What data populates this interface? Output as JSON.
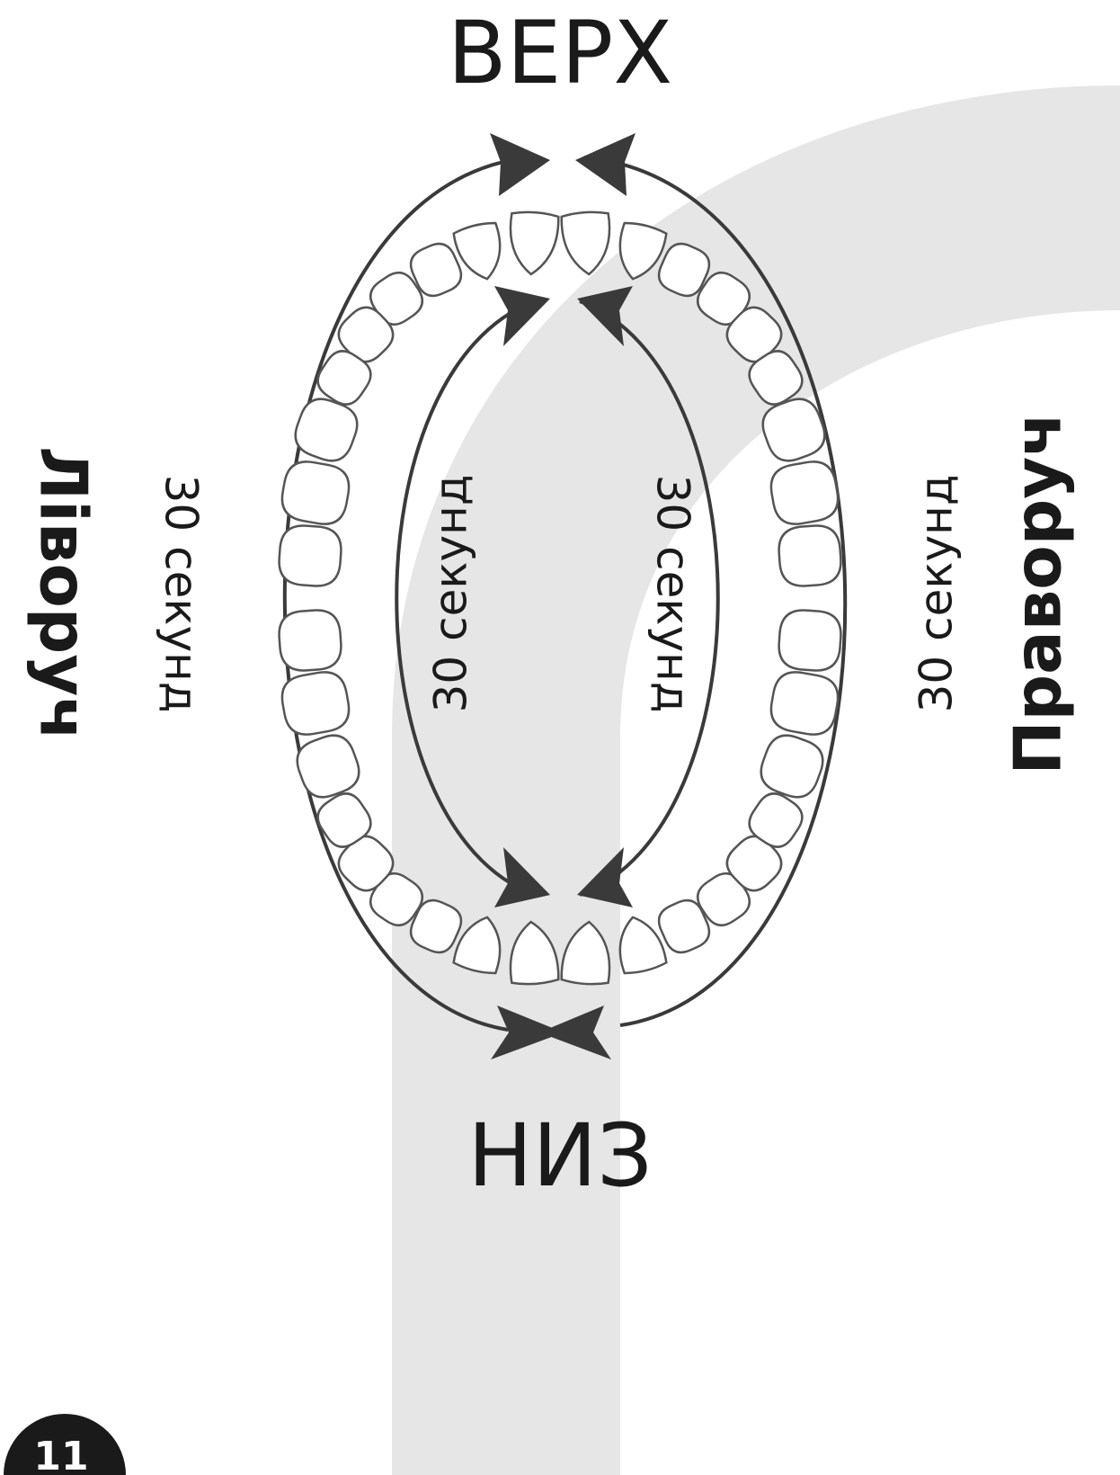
{
  "labels": {
    "top": "ВЕРХ",
    "bottom": "НИЗ",
    "left": "Ліворуч",
    "right": "Праворуч",
    "outer_left_time": "30 секунд",
    "inner_left_time": "30 секунд",
    "inner_right_time": "30 секунд",
    "outer_right_time": "30 секунд"
  },
  "page_number": "11",
  "colors": {
    "ink": "#1a1a1a",
    "arrow": "#3a3a3a",
    "tooth_stroke": "#555555",
    "background_shape": "#e6e6e6",
    "page_badge": "#1a1a1a"
  }
}
